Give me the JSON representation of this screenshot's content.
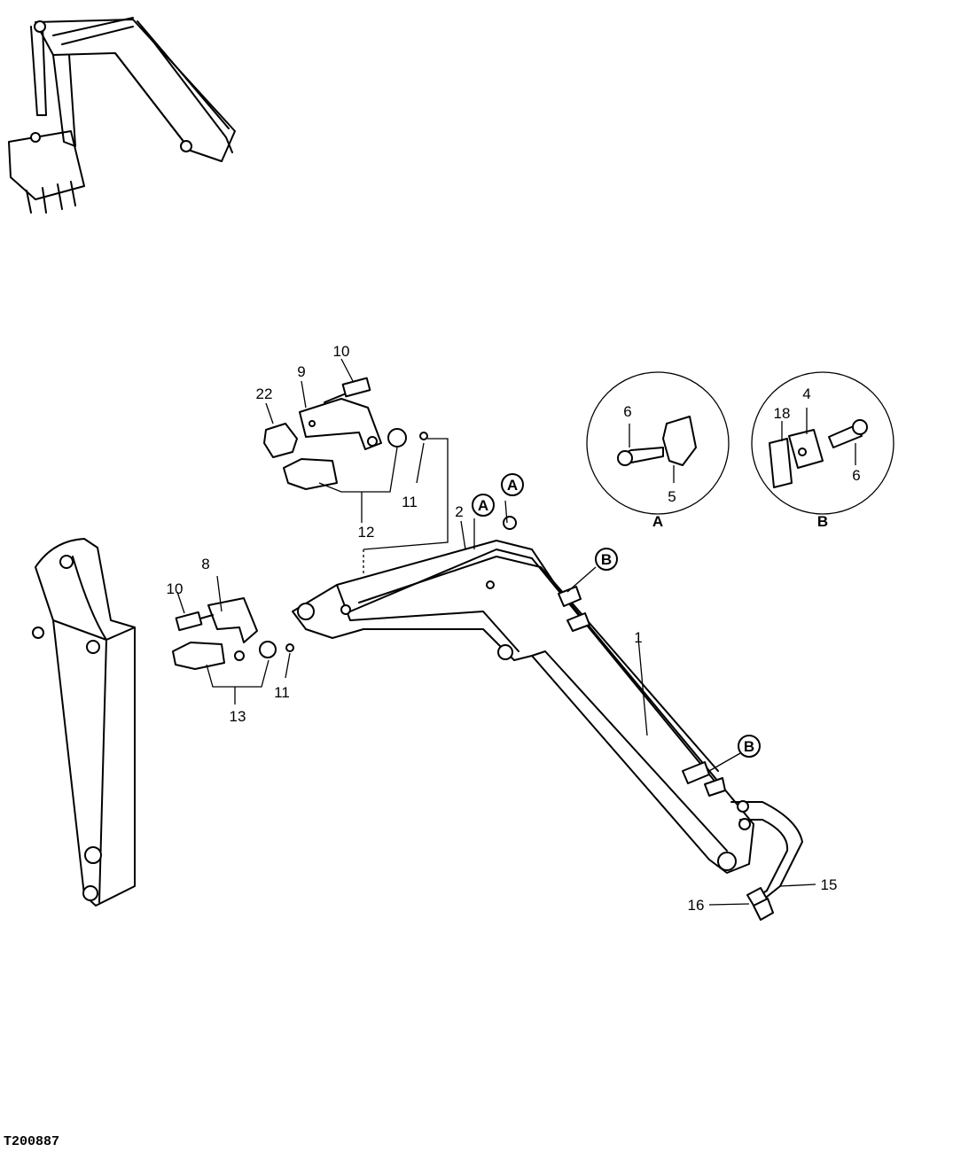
{
  "figure_id": "T200887",
  "callouts": [
    {
      "id": "c1",
      "text": "1"
    },
    {
      "id": "c2",
      "text": "2"
    },
    {
      "id": "c4",
      "text": "4"
    },
    {
      "id": "c5",
      "text": "5"
    },
    {
      "id": "c6a",
      "text": "6"
    },
    {
      "id": "c6b",
      "text": "6"
    },
    {
      "id": "c8",
      "text": "8"
    },
    {
      "id": "c9",
      "text": "9"
    },
    {
      "id": "c10a",
      "text": "10"
    },
    {
      "id": "c10b",
      "text": "10"
    },
    {
      "id": "c11a",
      "text": "11"
    },
    {
      "id": "c11b",
      "text": "11"
    },
    {
      "id": "c12",
      "text": "12"
    },
    {
      "id": "c13",
      "text": "13"
    },
    {
      "id": "c15",
      "text": "15"
    },
    {
      "id": "c16",
      "text": "16"
    },
    {
      "id": "c18",
      "text": "18"
    },
    {
      "id": "c22",
      "text": "22"
    }
  ],
  "detail_markers": [
    {
      "id": "mA1",
      "text": "A"
    },
    {
      "id": "mA2",
      "text": "A"
    },
    {
      "id": "mB1",
      "text": "B"
    },
    {
      "id": "mB2",
      "text": "B"
    }
  ],
  "detail_views": [
    {
      "id": "viewA",
      "label": "A"
    },
    {
      "id": "viewB",
      "label": "B"
    }
  ]
}
